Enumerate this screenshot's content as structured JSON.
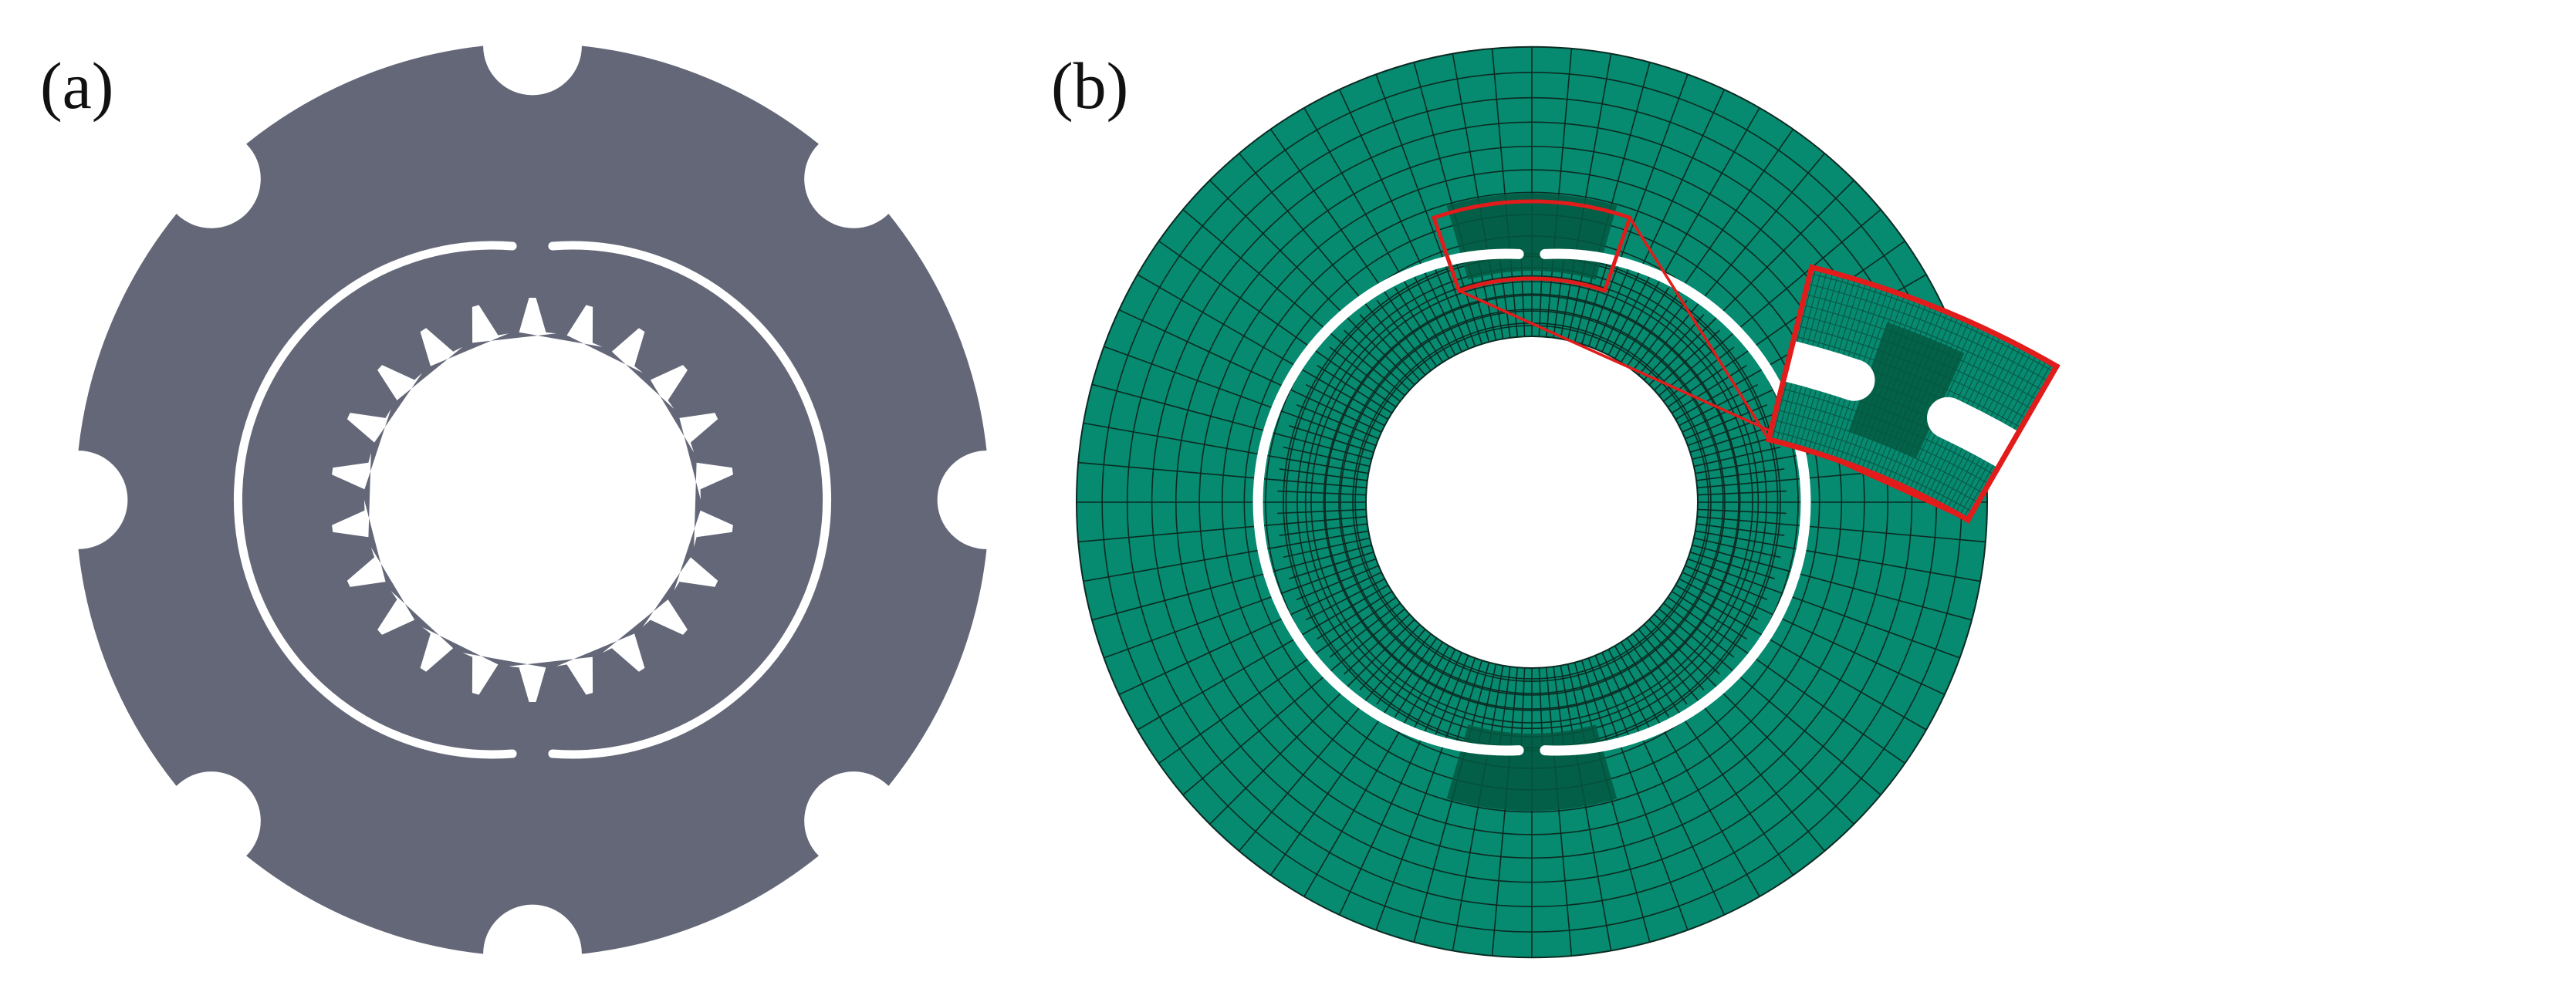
{
  "panels": [
    {
      "id": "a",
      "label": "(a)"
    },
    {
      "id": "b",
      "label": "(b)"
    }
  ],
  "colors": {
    "disc_grey": "#636778",
    "mesh_green": "#068a70",
    "mesh_dense": "#04573f",
    "mesh_line": "#0b2b22",
    "highlight_red": "#e21b1b",
    "background": "#ffffff"
  },
  "disc_a": {
    "outer_notches": 8,
    "inner_spline_teeth": 22,
    "arc_slots": 2
  },
  "mesh_b": {
    "radial_divisions": 72,
    "rings": 14,
    "slots": 2,
    "zoom_callout": true
  }
}
